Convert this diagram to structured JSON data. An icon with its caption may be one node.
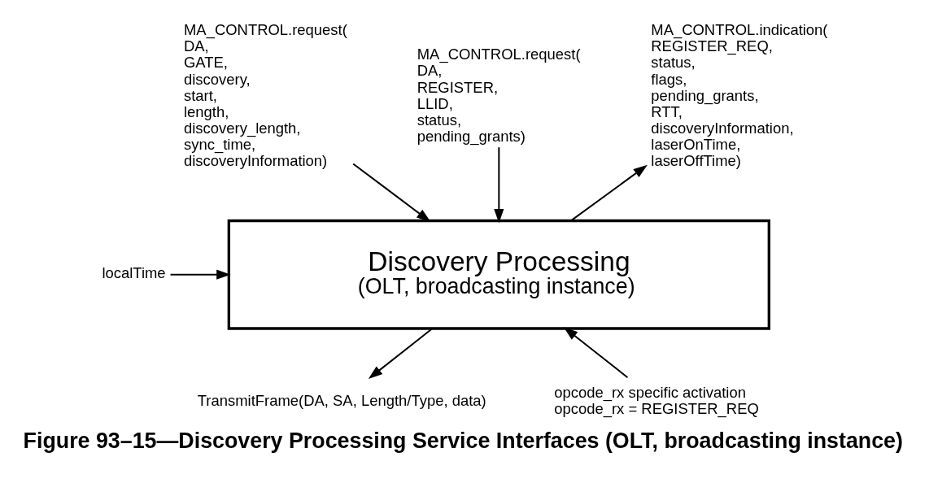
{
  "diagram": {
    "caption": "Figure 93–15—Discovery Processing Service Interfaces (OLT, broadcasting instance)",
    "nodes": [
      {
        "text": [
          "Discovery Processing",
          "(OLT, broadcasting instance)"
        ]
      },
      {
        "text": [
          "MA_CONTROL.request( DA, GATE, discovery, start, length, discovery_length, sync_time, discoveryInformation)"
        ]
      },
      {
        "text": [
          "MA_CONTROL.request( DA, REGISTER, LLID, status, pending_grants)"
        ]
      },
      {
        "text": [
          "MA_CONTROL.indication( REGISTER_REQ, status, flags, pending_grants, RTT, discoveryInformation, laserOnTime, laserOffTime)"
        ]
      },
      {
        "text": [
          "localTime"
        ]
      },
      {
        "text": [
          "TransmitFrame(DA, SA, Length/Type, data)"
        ]
      },
      {
        "text": [
          "opcode_rx specific activation",
          "opcode_rx = REGISTER_REQ"
        ]
      }
    ],
    "edges": [
      {
        "from": 1,
        "to": 0,
        "arrow": "to"
      },
      {
        "from": 2,
        "to": 0,
        "arrow": "to"
      },
      {
        "from": 0,
        "to": 3,
        "arrow": "to"
      },
      {
        "from": 4,
        "to": 0,
        "arrow": "to"
      },
      {
        "from": 0,
        "to": 5,
        "arrow": "to"
      },
      {
        "from": 6,
        "to": 0,
        "arrow": "to"
      }
    ]
  }
}
